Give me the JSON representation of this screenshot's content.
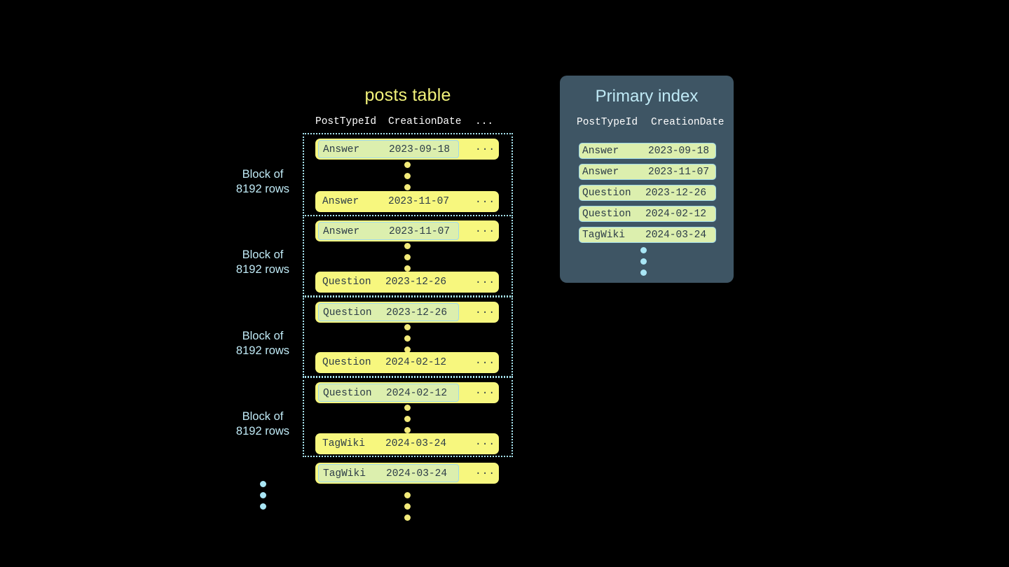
{
  "posts_table": {
    "title": "posts table",
    "columns": [
      "PostTypeId",
      "CreationDate",
      "..."
    ],
    "blocks": [
      {
        "label_line1": "Block of",
        "label_line2": "8192 rows",
        "first_row": {
          "type": "Answer",
          "date": "2023-09-18",
          "more": "...",
          "highlight": true
        },
        "last_row": {
          "type": "Answer",
          "date": "2023-11-07",
          "more": "...",
          "highlight": false
        }
      },
      {
        "label_line1": "Block of",
        "label_line2": "8192 rows",
        "first_row": {
          "type": "Answer",
          "date": "2023-11-07",
          "more": "...",
          "highlight": true
        },
        "last_row": {
          "type": "Question",
          "date": "2023-12-26",
          "more": "...",
          "highlight": false
        }
      },
      {
        "label_line1": "Block of",
        "label_line2": "8192 rows",
        "first_row": {
          "type": "Question",
          "date": "2023-12-26",
          "more": "...",
          "highlight": true
        },
        "last_row": {
          "type": "Question",
          "date": "2024-02-12",
          "more": "...",
          "highlight": false
        }
      },
      {
        "label_line1": "Block of",
        "label_line2": "8192 rows",
        "first_row": {
          "type": "Question",
          "date": "2024-02-12",
          "more": "...",
          "highlight": true
        },
        "last_row": {
          "type": "TagWiki",
          "date": "2024-03-24",
          "more": "...",
          "highlight": false
        }
      }
    ],
    "trailing_row": {
      "type": "TagWiki",
      "date": "2024-03-24",
      "more": "...",
      "highlight": true
    }
  },
  "primary_index": {
    "title": "Primary index",
    "columns": [
      "PostTypeId",
      "CreationDate"
    ],
    "rows": [
      {
        "type": "Answer",
        "date": "2023-09-18"
      },
      {
        "type": "Answer",
        "date": "2023-11-07"
      },
      {
        "type": "Question",
        "date": "2023-12-26"
      },
      {
        "type": "Question",
        "date": "2024-02-12"
      },
      {
        "type": "TagWiki",
        "date": "2024-03-24"
      }
    ]
  },
  "colors": {
    "background": "#000000",
    "row_yellow": "#f7f77e",
    "highlight_green": "#dcefae",
    "highlight_border": "#9fd9ea",
    "accent_blue": "#bfe9f5",
    "panel_slate": "#3e5564",
    "title_yellow": "#f2f27a",
    "dot_yellow": "#f2ea7a",
    "dot_blue": "#a9e6f5",
    "text_dark": "#2b3b47"
  }
}
